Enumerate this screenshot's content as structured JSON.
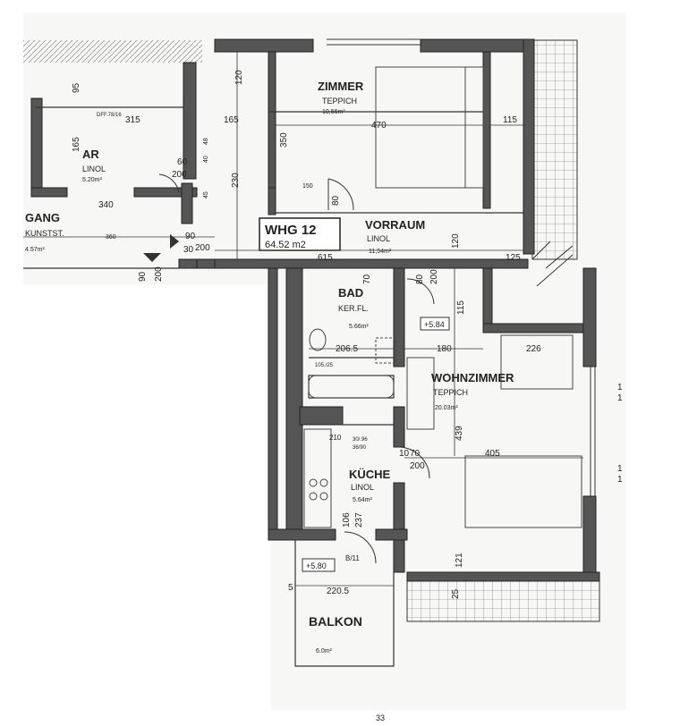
{
  "apartment": {
    "label": "WHG 12",
    "area": "64.52 m2"
  },
  "rooms": {
    "zimmer": {
      "name": "ZIMMER",
      "floor": "TEPPICH",
      "area": "10,56m²"
    },
    "vorraum": {
      "name": "VORRAUM",
      "floor": "LINOL",
      "area": "11,54m²"
    },
    "bad": {
      "name": "BAD",
      "floor": "KER.FL.",
      "area": "5.66m²"
    },
    "wohnzimmer": {
      "name": "WOHNZIMMER",
      "floor": "TEPPICH",
      "area": "20.03m²"
    },
    "kueche": {
      "name": "KÜCHE",
      "floor": "LINOL",
      "area": "5.64m²"
    },
    "balkon": {
      "name": "BALKON",
      "area": "6.0m²"
    },
    "ar": {
      "name": "AR",
      "floor": "LINOL",
      "area": "5.20m²"
    },
    "gang": {
      "name": "GANG",
      "floor": "KUNSTST.",
      "area": "4.57m²"
    }
  },
  "dimensions": {
    "d120_top": "120",
    "d470": "470",
    "d115_right": "115",
    "d350": "350",
    "d165": "165",
    "d315": "315",
    "d230": "230",
    "d95": "95",
    "d165b": "165",
    "d60": "60",
    "d200a": "200",
    "d340": "340",
    "d360": "360",
    "d90a": "90",
    "d30": "30",
    "d200b": "200",
    "d615": "615",
    "d125": "125",
    "d120_vorraum": "120",
    "d80": "80",
    "d70": "70",
    "d80b": "80",
    "d200c": "200",
    "d115_bath": "115",
    "d206_5": "206.5",
    "d180": "180",
    "d226": "226",
    "d439": "439",
    "d405": "405",
    "d70b": "70",
    "d200d": "200",
    "d10": "10",
    "d106": "106",
    "d237": "237",
    "d121": "121",
    "d220_5": "220.5",
    "d25": "25",
    "d5": "5",
    "d90b": "90",
    "d200e": "200",
    "d40": "40",
    "d48": "48",
    "d45": "45",
    "d150": "150",
    "d210": "210"
  },
  "levels": {
    "bath": "+5.84",
    "balcony": "+5.80"
  },
  "markers": {
    "window_marks": [
      "1",
      "1",
      "1",
      "1"
    ],
    "door_bk": "B/11",
    "fixture_note_1": "DFF.78/16",
    "fixture_note_2": "105./25",
    "fixture_note_3": "30/.96",
    "fixture_note_4": "36/90",
    "bottom_mark": "33"
  }
}
